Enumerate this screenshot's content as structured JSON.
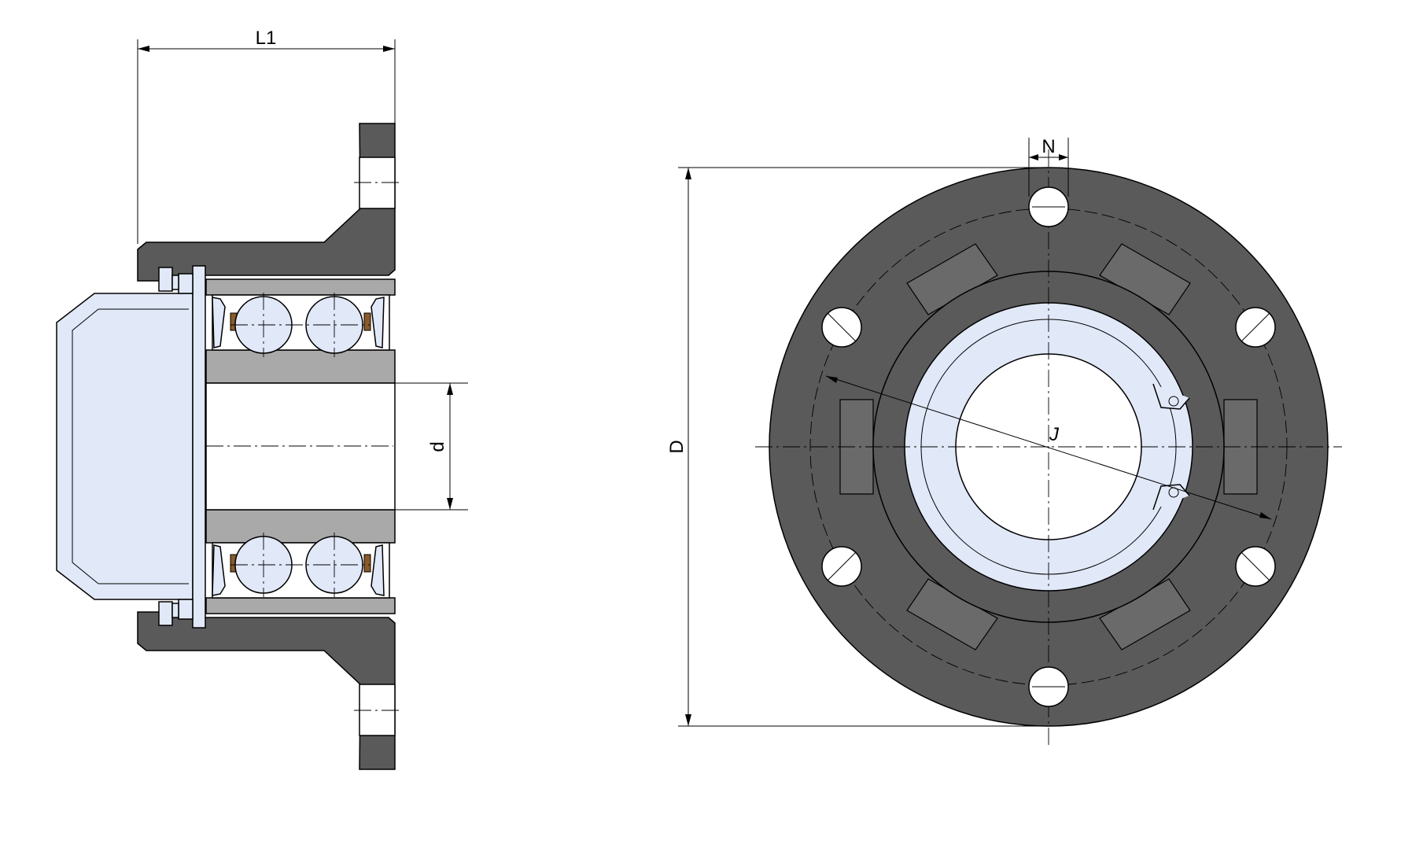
{
  "labels": {
    "length": "L1",
    "bore": "d",
    "outer_diameter": "D",
    "hole_diameter": "N",
    "bolt_circle": "J"
  },
  "colors": {
    "housing": "#5a5a5a",
    "ring": "#a9a9a9",
    "part_light": "#e1e8f8",
    "cage": "#8a5a2a",
    "line": "#000000",
    "background": "#ffffff"
  }
}
